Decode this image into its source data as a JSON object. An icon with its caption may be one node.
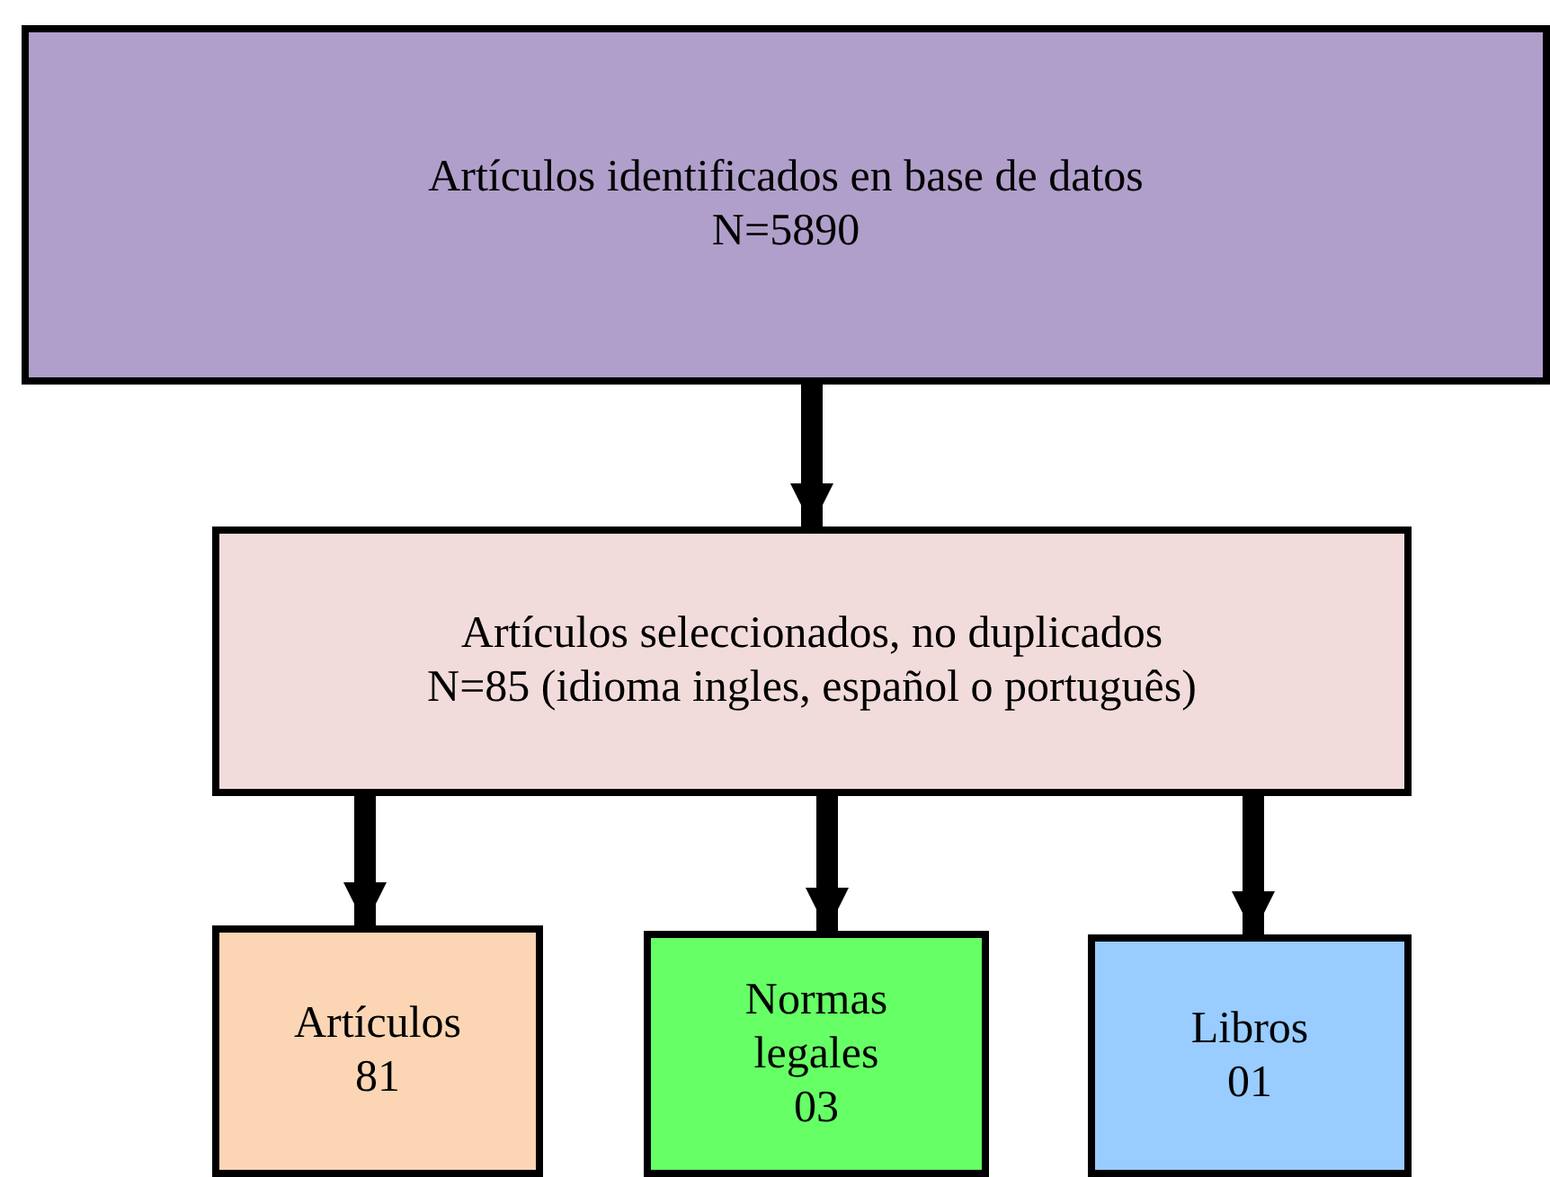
{
  "diagram": {
    "nodes": [
      {
        "text": [
          "Artículos identificados en base de datos",
          "N=5890"
        ]
      },
      {
        "text": [
          "Artículos seleccionados, no duplicados",
          "N=85 (idioma ingles, español o português)"
        ]
      },
      {
        "text": [
          "Artículos",
          "81"
        ]
      },
      {
        "text": [
          "Normas legales",
          "03"
        ]
      },
      {
        "text": [
          "Libros",
          "01"
        ]
      }
    ],
    "edges": [
      {
        "from": 0,
        "to": 1,
        "arrow": "to"
      },
      {
        "from": 1,
        "to": 2,
        "arrow": "to"
      },
      {
        "from": 1,
        "to": 3,
        "arrow": "to"
      },
      {
        "from": 1,
        "to": 4,
        "arrow": "to"
      }
    ]
  }
}
